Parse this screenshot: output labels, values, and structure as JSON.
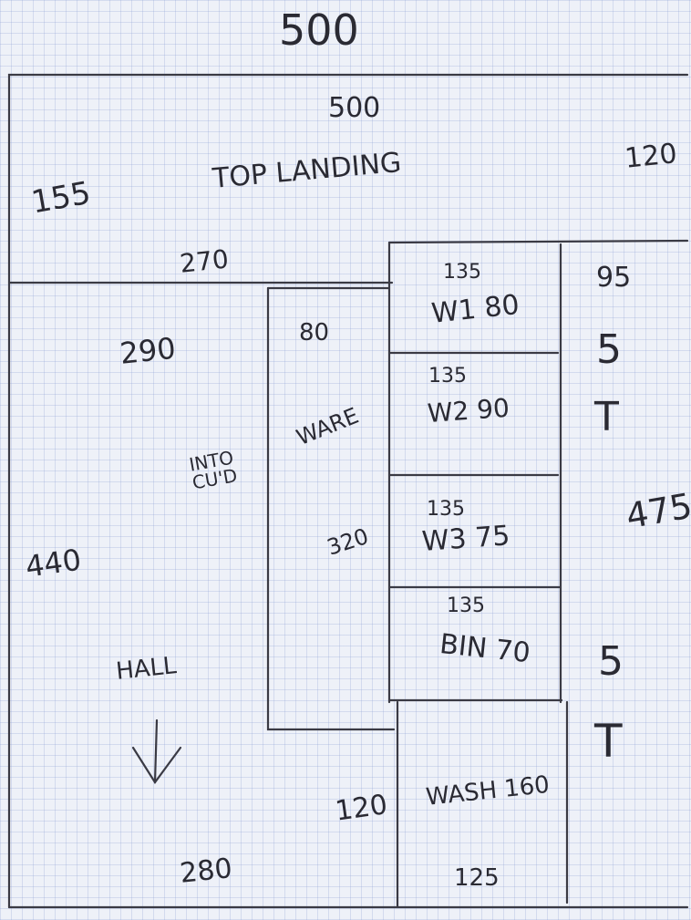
{
  "colors": {
    "ink": "#2a2a33",
    "grid": "#a9b6d9",
    "paper": "#eef1f8"
  },
  "labels": {
    "overall_width": "500",
    "top_width": "500",
    "landing_name": "TOP LANDING",
    "landing_depth": "155",
    "top_right_dim": "120",
    "landing_gap": "270",
    "hall_top_width": "290",
    "hall_side": "440",
    "hall_name": "HALL",
    "into_cupd": "INTO CU'D",
    "cupd_width": "80",
    "cupd_name": "WARE",
    "cupd_length": "320",
    "w1_top": "135",
    "w1_label": "W1 80",
    "w2_top": "135",
    "w2_label": "W2 90",
    "w3_top": "135",
    "w3_label": "W3 75",
    "bin_top": "135",
    "bin_label": "BIN 70",
    "right_top": "95",
    "right_mid": "475",
    "right_s1": "5",
    "right_t1": "T",
    "right_s2": "5",
    "right_t2": "T",
    "bottom_left": "280",
    "step_dim": "120",
    "bottom_room_name": "WASH 160",
    "bottom_room_dim": "125"
  }
}
